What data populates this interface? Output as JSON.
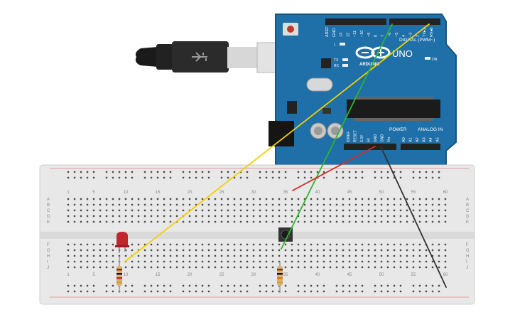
{
  "board": {
    "brand": "ARDUINO",
    "model": "UNO",
    "digital_label": "DIGITAL (PWM~)",
    "power_label": "POWER",
    "analog_label": "ANALOG IN",
    "led_tx": "TX",
    "led_rx": "RX",
    "led_l": "L",
    "led_on": "ON",
    "digital_pins": [
      "AREF",
      "GND",
      "13",
      "12",
      "~11",
      "~10",
      "~9",
      "8",
      "7",
      "~6",
      "~5",
      "4",
      "~3",
      "2",
      "TX▸1",
      "RX◂0"
    ],
    "power_pins": [
      "IOREF",
      "RESET",
      "3.3V",
      "5V",
      "GND",
      "GND",
      "Vin"
    ],
    "analog_pins": [
      "A0",
      "A1",
      "A2",
      "A3",
      "A4",
      "A5"
    ]
  },
  "breadboard": {
    "column_numbers": [
      "1",
      "5",
      "10",
      "15",
      "20",
      "25",
      "30",
      "35",
      "40",
      "45",
      "50",
      "55",
      "60"
    ],
    "row_letters_top": [
      "A",
      "B",
      "C",
      "D",
      "E"
    ],
    "row_letters_bottom": [
      "F",
      "G",
      "H",
      "I",
      "J"
    ]
  },
  "wires": [
    {
      "name": "yellow-wire",
      "color": "#f2d000"
    },
    {
      "name": "green-wire",
      "color": "#2fb52f"
    },
    {
      "name": "red-wire",
      "color": "#d62b2b"
    },
    {
      "name": "black-wire",
      "color": "#333333"
    }
  ],
  "colors": {
    "board_blue": "#1f6fa8",
    "breadboard": "#e8e8e8",
    "led_red": "#c0262d"
  }
}
